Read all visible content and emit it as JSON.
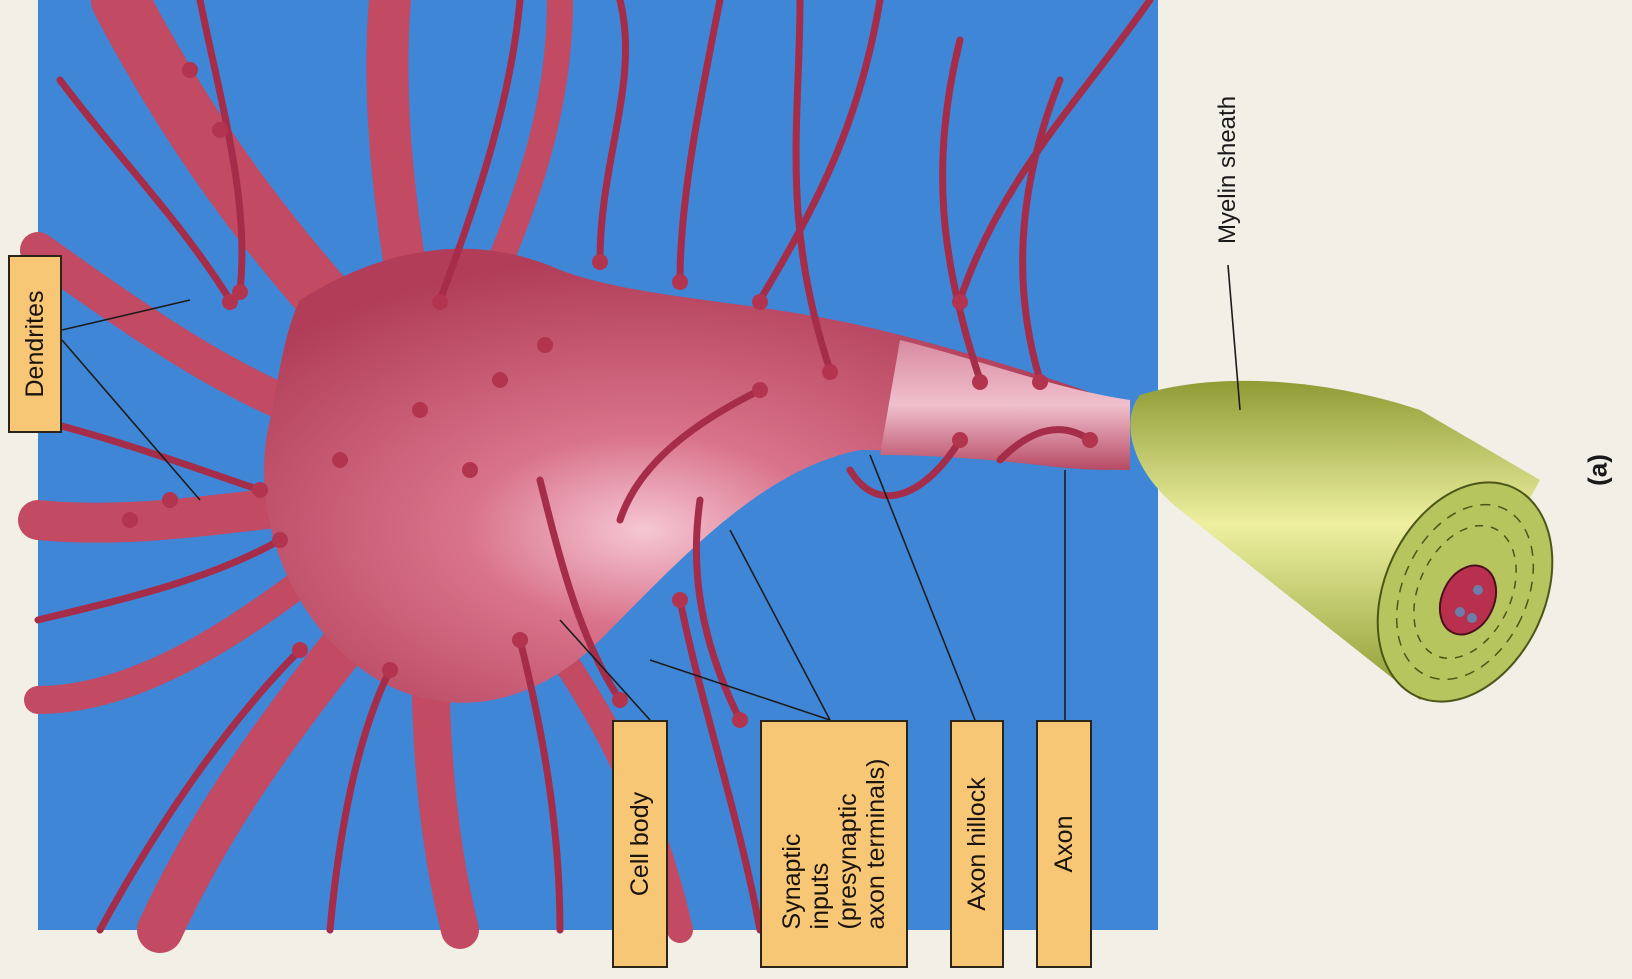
{
  "labels": {
    "dendrites": "Dendrites",
    "cell_body": "Cell body",
    "synaptic_inputs": "Synaptic\ninputs\n(presynaptic\naxon terminals)",
    "axon_hillock": "Axon hillock",
    "axon": "Axon",
    "myelin_sheath": "Myelin sheath",
    "panel": "(a)"
  },
  "colors": {
    "background": "#3f86d6",
    "neuron": "#c24a63",
    "neuron_highlight": "#f2bccb",
    "terminal": "#b3344f",
    "label_fill": "#f7c776",
    "myelin": "#a9b94e",
    "myelin_highlight": "#f2f0a2",
    "page": "#f1efe6"
  }
}
